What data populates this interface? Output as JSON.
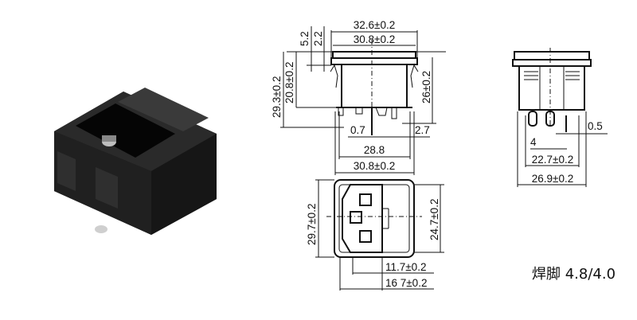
{
  "product": {
    "photo_alt": "IEC power inlet socket with fuse holder, black"
  },
  "front_view": {
    "dims": {
      "top_outer_width": "32.6±0.2",
      "top_inner_width": "30.8±0.2",
      "flange_5_2": "5.2",
      "flange_2_2": "2.2",
      "total_height": "29.3±0.2",
      "body_height": "20.8±0.2",
      "right_height": "26±0.2",
      "pin_0_7": "0.7",
      "pin_2_7": "2.7",
      "pin_span": "28.8",
      "bottom_width": "30.8±0.2"
    }
  },
  "face_view": {
    "dims": {
      "outer_height": "29.7±0.2",
      "inner_height": "24.7±0.2",
      "width_11_7": "11.7±0.2",
      "width_16_7": "16 7±0.2"
    }
  },
  "side_view": {
    "dims": {
      "pin_0_5": "0.5",
      "pin_spacing": "4",
      "inner_width": "22.7±0.2",
      "outer_width": "26.9±0.2"
    }
  },
  "caption": "焊脚 4.8/4.0"
}
